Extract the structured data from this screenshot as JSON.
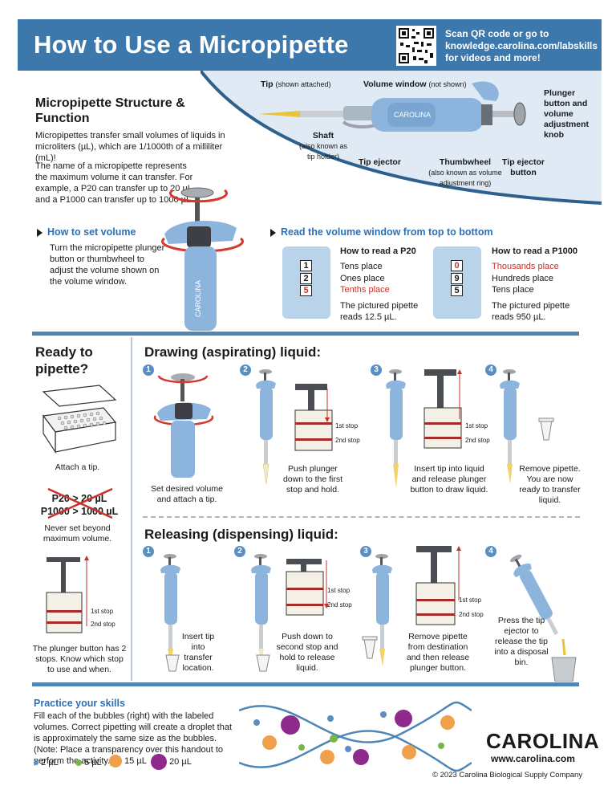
{
  "header": {
    "title": "How to Use a Micropipette",
    "qr_text": "Scan QR code or go to knowledge.carolina.com/labskills for videos and more!"
  },
  "structure": {
    "heading": "Micropipette Structure & Function",
    "para1": "Micropipettes transfer small volumes of liquids in microliters (µL), which are 1/1000th of a milliliter (mL)!",
    "para2": "The name of a micropipette represents the maximum volume it can transfer. For example, a P20 can transfer up to 20 µL and a P1000 can transfer up to 1000 µL.",
    "labels": {
      "tip": "Tip",
      "tip_note": "(shown attached)",
      "volume_window": "Volume window",
      "volume_window_note": "(not shown)",
      "plunger": "Plunger button and volume adjustment knob",
      "shaft": "Shaft",
      "shaft_note": "(also known as tip holder)",
      "tip_ejector": "Tip ejector",
      "thumbwheel": "Thumbwheel",
      "thumbwheel_note": "(also known as volume adjustment ring)",
      "tip_ejector_button": "Tip ejector button",
      "brand_on_pipette": "CAROLINA"
    }
  },
  "set_volume": {
    "heading": "How to set volume",
    "text": "Turn the micropipette plunger button or thumbwheel to adjust the volume shown on the volume window."
  },
  "read_window": {
    "heading": "Read the volume window from top to bottom",
    "p20": {
      "title": "How to read a P20",
      "digits": [
        "1",
        "2",
        "5"
      ],
      "places": [
        "Tens place",
        "Ones place",
        "Tenths place"
      ],
      "reading": "The pictured pipette reads 12.5 µL."
    },
    "p1000": {
      "title": "How to read a P1000",
      "digits": [
        "0",
        "9",
        "5"
      ],
      "places": [
        "Thousands place",
        "Hundreds place",
        "Tens place"
      ],
      "reading": "The pictured pipette reads 950 µL."
    }
  },
  "ready": {
    "heading": "Ready to pipette?",
    "attach": "Attach a tip.",
    "p20_limit": "P20 > 20 µL",
    "p1000_limit": "P1000 > 1000 µL",
    "never": "Never set beyond maximum volume.",
    "stop1": "1st stop",
    "stop2": "2nd stop",
    "stops_note": "The plunger button has 2 stops. Know which stop to use and when."
  },
  "drawing": {
    "heading": "Drawing (aspirating) liquid:",
    "steps": [
      {
        "num": "1",
        "text": "Set desired volume and attach a tip."
      },
      {
        "num": "2",
        "text": "Push plunger down to the first stop and hold."
      },
      {
        "num": "3",
        "text": "Insert tip into liquid and release plunger button to draw liquid."
      },
      {
        "num": "4",
        "text": "Remove pipette. You are now ready to transfer liquid."
      }
    ],
    "stop1": "1st stop",
    "stop2": "2nd stop"
  },
  "releasing": {
    "heading": "Releasing (dispensing) liquid:",
    "steps": [
      {
        "num": "1",
        "text": "Insert tip into transfer location."
      },
      {
        "num": "2",
        "text": "Push down to second stop and hold to release liquid."
      },
      {
        "num": "3",
        "text": "Remove pipette from destination and then release plunger button."
      },
      {
        "num": "4",
        "text": "Press the tip ejector to release the tip into a disposal bin."
      }
    ],
    "stop1": "1st stop",
    "stop2": "2nd stop"
  },
  "practice": {
    "heading": "Practice your skills",
    "text": "Fill each of the bubbles (right) with the labeled volumes. Correct pipetting will create a droplet that is approximately the same size as the bubbles. (Note: Place a transparency over this handout to perform the activity.)",
    "legend": [
      {
        "label": "2 µL",
        "color": "#5b8fc4"
      },
      {
        "label": "5 µL",
        "color": "#7ab547"
      },
      {
        "label": "15 µL",
        "color": "#f0a04b"
      },
      {
        "label": "20 µL",
        "color": "#8e2a8b"
      }
    ]
  },
  "footer": {
    "brand": "CAROLINA",
    "url": "www.carolina.com",
    "copyright": "© 2023 Carolina Biological Supply Company"
  },
  "colors": {
    "header": "#3c78ab",
    "pipette_blue": "#8db4dc",
    "accent_red": "#c8302b",
    "rule_blue": "#4f86b7"
  }
}
